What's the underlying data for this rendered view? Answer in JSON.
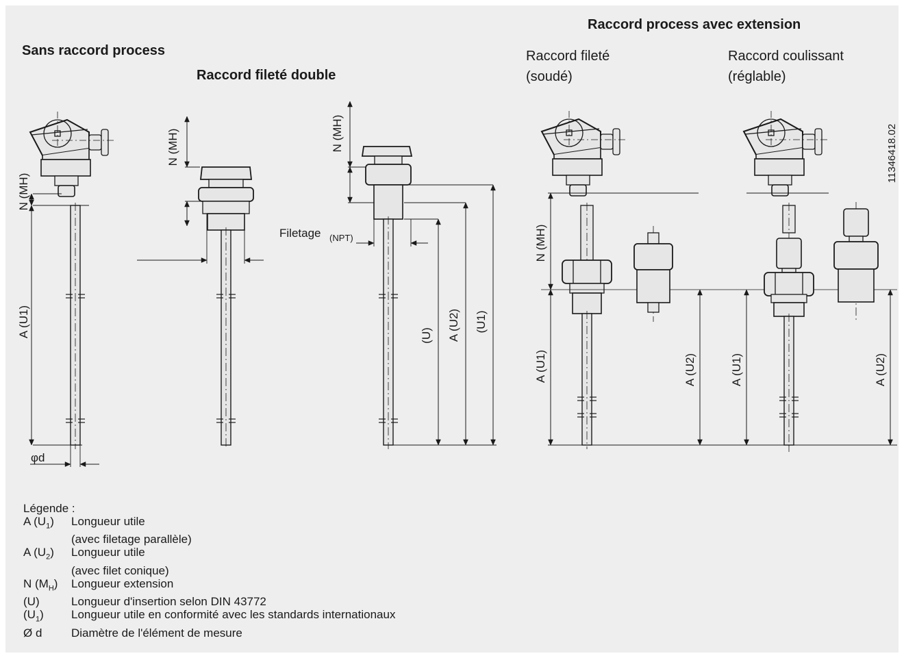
{
  "headings": {
    "left": "Sans raccord process",
    "left2": "Raccord fileté double",
    "right": "Raccord process avec extension",
    "welded_l1": "Raccord fileté",
    "welded_l2": "(soudé)",
    "sliding_l1": "Raccord coulissant",
    "sliding_l2": "(réglable)"
  },
  "drawing_id": "11346418.02",
  "dims": {
    "n_mh": "N (MH)",
    "a_u1": "A (U1)",
    "a_u2": "A (U2)",
    "u": "(U)",
    "u1": "(U1)",
    "phi_d": "φd",
    "thread": "Filetage",
    "npt": "(NPT)"
  },
  "legend": {
    "title": "Légende :",
    "items": [
      {
        "key": "A (U",
        "sub": "1",
        "end": ")",
        "desc": "Longueur utile"
      },
      {
        "key": "",
        "sub": "",
        "end": "",
        "desc": "(avec filetage parallèle)"
      },
      {
        "key": "A (U",
        "sub": "2",
        "end": ")",
        "desc": "Longueur utile"
      },
      {
        "key": "",
        "sub": "",
        "end": "",
        "desc": "(avec filet conique)"
      },
      {
        "key": "N (M",
        "sub": "H",
        "end": ")",
        "desc": "Longueur extension"
      },
      {
        "key": "(U)",
        "sub": "",
        "end": "",
        "desc": "Longueur d'insertion selon DIN 43772"
      },
      {
        "key": "(U",
        "sub": "1",
        "end": ")",
        "desc": "Longueur utile en conformité avec les standards internationaux"
      },
      {
        "key": "Ø d",
        "sub": "",
        "end": "",
        "desc": "Diamètre de l'élément de mesure"
      }
    ]
  }
}
